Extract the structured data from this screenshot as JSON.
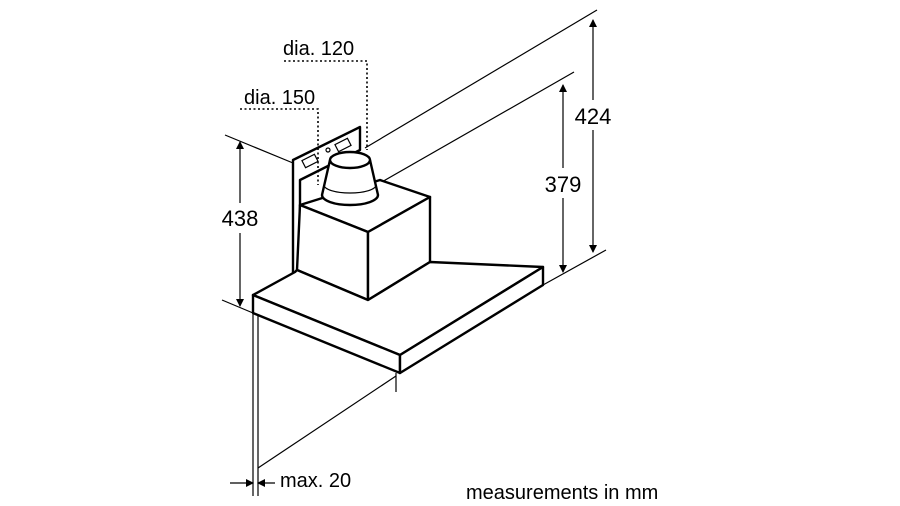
{
  "labels": {
    "dia_120": "dia. 120",
    "dia_150": "dia. 150",
    "height_438": "438",
    "height_379": "379",
    "height_424": "424",
    "max_20": "max. 20",
    "units_note": "measurements in mm"
  },
  "colors": {
    "line": "#000000",
    "background": "#ffffff"
  }
}
